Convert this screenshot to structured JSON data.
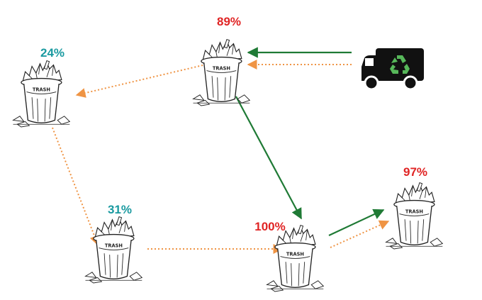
{
  "colors": {
    "full": "#e02424",
    "low": "#1a9aa0",
    "solid_route": "#1f7a35",
    "dotted_route": "#ef9444",
    "truck": "#111111",
    "recycle": "#57b85a"
  },
  "truck": {
    "icon": "recycling-truck-icon"
  },
  "bins": [
    {
      "id": "top",
      "fill_label": "89%",
      "status": "full",
      "icon": "trash-can-icon",
      "can_text": "TRASH"
    },
    {
      "id": "left",
      "fill_label": "24%",
      "status": "low",
      "icon": "trash-can-icon",
      "can_text": "TRASH"
    },
    {
      "id": "bottom-left",
      "fill_label": "31%",
      "status": "low",
      "icon": "trash-can-icon",
      "can_text": "TRASH"
    },
    {
      "id": "bottom-middle",
      "fill_label": "100%",
      "status": "full",
      "icon": "trash-can-icon",
      "can_text": "TRASH"
    },
    {
      "id": "right",
      "fill_label": "97%",
      "status": "full",
      "icon": "trash-can-icon",
      "can_text": "TRASH"
    }
  ],
  "routes": [
    {
      "from": "truck",
      "to": "top",
      "style": "solid"
    },
    {
      "from": "truck",
      "to": "top",
      "style": "dotted"
    },
    {
      "from": "top",
      "to": "left",
      "style": "dotted"
    },
    {
      "from": "left",
      "to": "bottom-left",
      "style": "dotted"
    },
    {
      "from": "bottom-left",
      "to": "bottom-middle",
      "style": "dotted"
    },
    {
      "from": "top",
      "to": "bottom-middle",
      "style": "solid"
    },
    {
      "from": "bottom-middle",
      "to": "right",
      "style": "solid"
    },
    {
      "from": "bottom-middle",
      "to": "right",
      "style": "dotted"
    }
  ]
}
